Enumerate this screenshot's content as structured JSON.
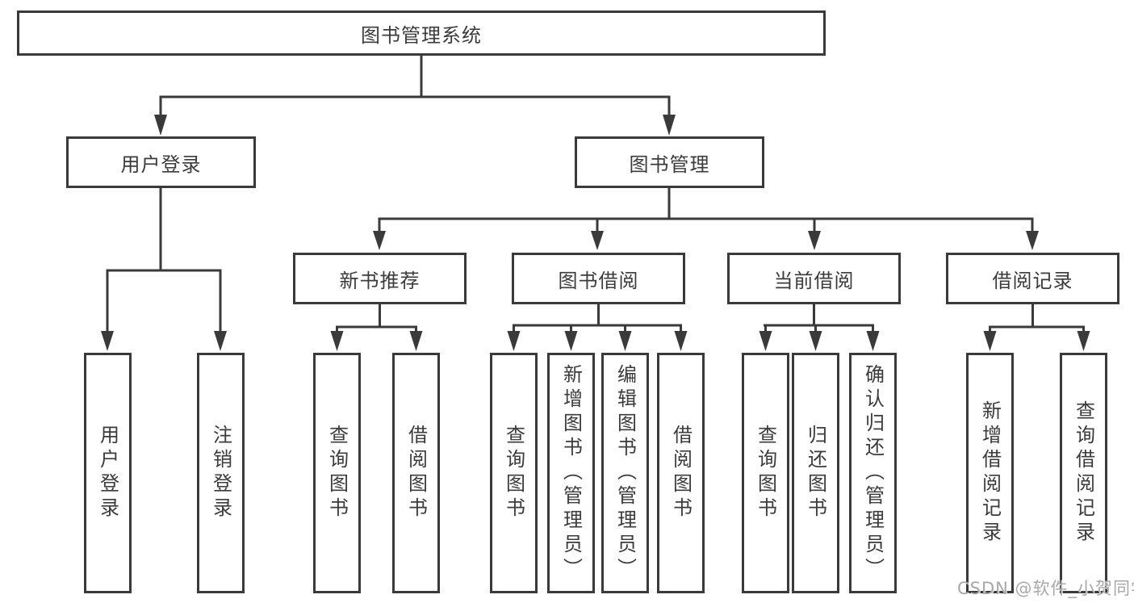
{
  "diagram": {
    "root": "图书管理系统",
    "level2": {
      "user_login": "用户登录",
      "book_mgmt": "图书管理"
    },
    "level3": [
      "新书推荐",
      "图书借阅",
      "当前借阅",
      "借阅记录"
    ],
    "leaves": {
      "user_login": [
        "用户登录",
        "注销登录"
      ],
      "recommend": [
        "查询图书",
        "借阅图书"
      ],
      "borrow": [
        "查询图书",
        "新增图书（管理员）",
        "编辑图书（管理员）",
        "借阅图书"
      ],
      "current": [
        "查询图书",
        "归还图书",
        "确认归还（管理员）"
      ],
      "records": [
        "新增借阅记录",
        "查询借阅记录"
      ]
    }
  },
  "watermark": "CSDN @软件_小贺同学",
  "colors": {
    "line": "#3a3a3a",
    "text": "#3b3b3b",
    "watermark_gray": "#a8a8a8",
    "background": "#ffffff"
  }
}
